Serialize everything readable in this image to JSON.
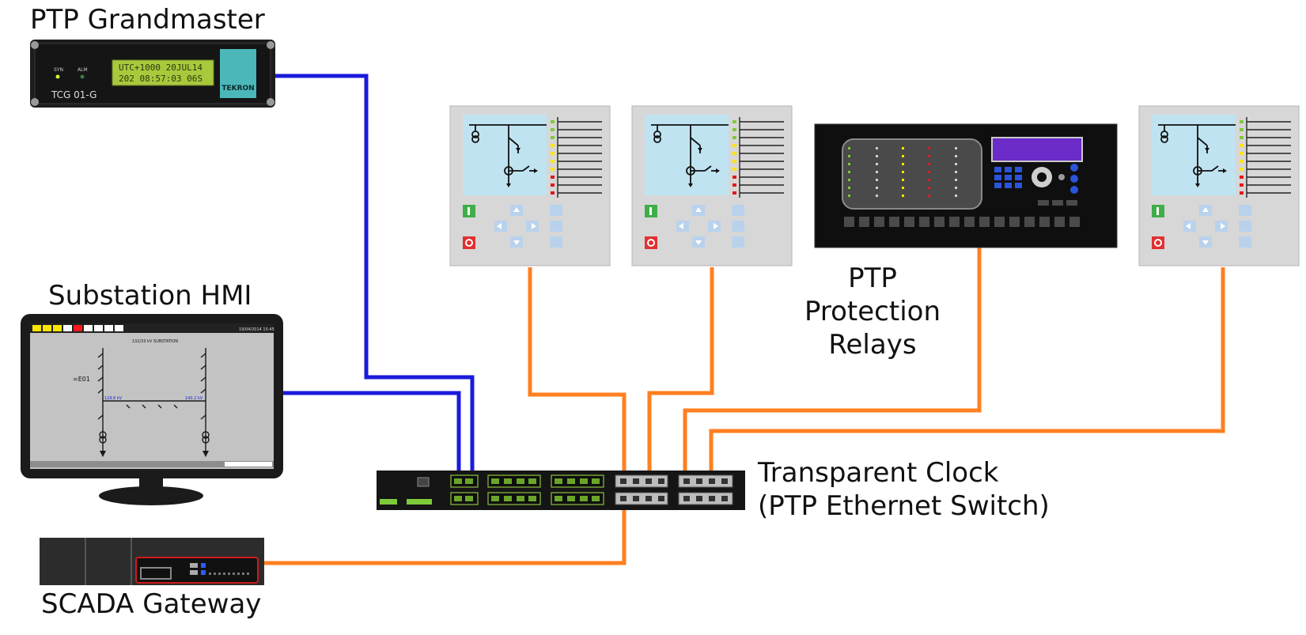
{
  "labels": {
    "grandmaster": "PTP Grandmaster",
    "hmi": "Substation HMI",
    "scada": "SCADA Gateway",
    "relays_line1": "PTP",
    "relays_line2": "Protection",
    "relays_line3": "Relays",
    "switch_line1": "Transparent Clock",
    "switch_line2": "(PTP Ethernet Switch)"
  },
  "grandmaster_device": {
    "display_line1": "UTC+1000 20JUL14",
    "display_line2": "202 08:57:03 06S",
    "led1": "SYN",
    "led2": "ALM",
    "model": "TCG 01-G",
    "brand": "TEKRON"
  },
  "hmi_screen": {
    "title": "132/33 kV SUBSTATION",
    "bay": "=E01",
    "left_voltage": "129.6 kV",
    "right_voltage": "140.2 kV",
    "timestamp": "19/04/2014 15:45"
  },
  "colors": {
    "copper_link": "#1a1adb",
    "fiber_link": "#ff7f1f",
    "device_dark": "#111111",
    "relay_panel": "#d7d7d7",
    "relay_screen": "#bfe3f1"
  }
}
